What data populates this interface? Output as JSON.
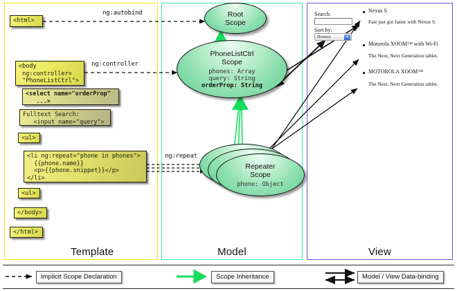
{
  "panels": {
    "template": {
      "label": "Template",
      "border_color": "#f2ea00"
    },
    "model": {
      "label": "Model",
      "border_color": "#3ce8a4"
    },
    "view": {
      "label": "View",
      "border_color": "#6b4fe0"
    }
  },
  "template_code": [
    {
      "name": "html-open",
      "text": "<html>"
    },
    {
      "name": "body-open",
      "text": "<body\n ng:controller=\n \"PhoneListCtrl\">"
    },
    {
      "name": "select",
      "text": "<select name=\"orderProp\"\n   ...>"
    },
    {
      "name": "fulltext",
      "text": "Fulltext Search:\n   <input name=\"query\">"
    },
    {
      "name": "ul-open",
      "text": "<ul>"
    },
    {
      "name": "li-repeat",
      "text": "<li ng:repeat=\"phone in phones\">\n  {{phone.name}}\n  <p>{{phone.snippet}}</p>\n</li>"
    },
    {
      "name": "ul-close",
      "text": "<ul>"
    },
    {
      "name": "body-close",
      "text": "</body>"
    },
    {
      "name": "html-close",
      "text": "</html>"
    }
  ],
  "model_scopes": [
    {
      "name": "root-scope",
      "title": "Root\nScope",
      "props": ""
    },
    {
      "name": "phonelistctrl-scope",
      "title": "PhoneListCtrl\nScope",
      "props_plain": "phones: Array\nquery: String",
      "props_bold": "orderProp: String"
    },
    {
      "name": "repeater-scope",
      "title": "Repeater\nScope",
      "props": "phone: Object"
    }
  ],
  "edge_labels": {
    "autobind": "ng:autobind",
    "controller": "ng:controller",
    "repeat": "ng:repeat"
  },
  "view": {
    "search_label": "Search:",
    "search_value": "",
    "sort_label": "Sort by:",
    "sort_selected": "Newest",
    "sort_options": [
      "Newest"
    ],
    "phones": [
      {
        "title": "Nexus S",
        "snippet": "Fast just got faster with Nexus S."
      },
      {
        "title": "Motorola XOOM™  with Wi-Fi",
        "snippet": "The Next, Next Generation tablet."
      },
      {
        "title": "MOTOROLA XOOM™",
        "snippet": "The Next, Next Generation tablet."
      }
    ]
  },
  "legend": [
    {
      "name": "implicit-scope-declaration",
      "label": "Implicit Scope Declaration",
      "style": "dashed-black"
    },
    {
      "name": "scope-inheritance",
      "label": "Scope Inheritance",
      "style": "solid-green"
    },
    {
      "name": "model-view-data-binding",
      "label": "Model / View Data-binding",
      "style": "double-black"
    }
  ],
  "colors": {
    "green_arrow": "#16dd5e",
    "code_fill": "#ecea63",
    "ellipse_fill": "#8fe0b0"
  }
}
